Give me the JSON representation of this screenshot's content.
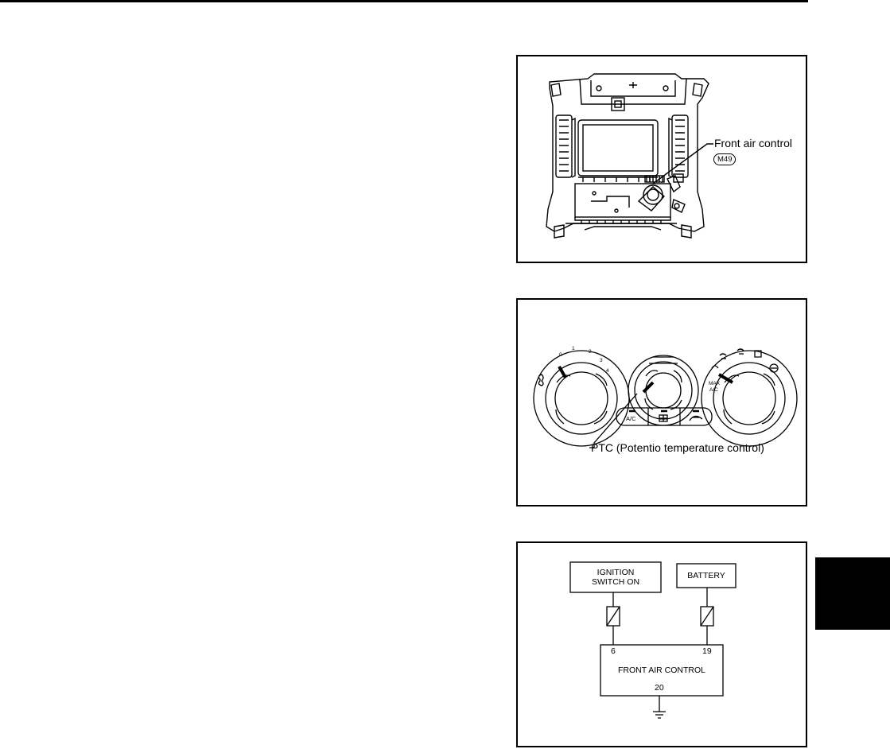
{
  "figure1": {
    "callout_label": "Front air control",
    "connector_tag": "M49"
  },
  "figure2": {
    "callout_label": "PTC (Potentio temperature control)",
    "fan_scale": [
      "0",
      "1",
      "2",
      "3",
      "4"
    ],
    "mode_scale": [
      "MAX",
      "A/C"
    ],
    "buttons": [
      "A/C"
    ]
  },
  "figure3": {
    "ignition_box": [
      "IGNITION",
      "SWITCH ON"
    ],
    "battery_box": "BATTERY",
    "control_box": "FRONT AIR CONTROL",
    "pin_left": "6",
    "pin_right": "19",
    "pin_ground": "20"
  }
}
